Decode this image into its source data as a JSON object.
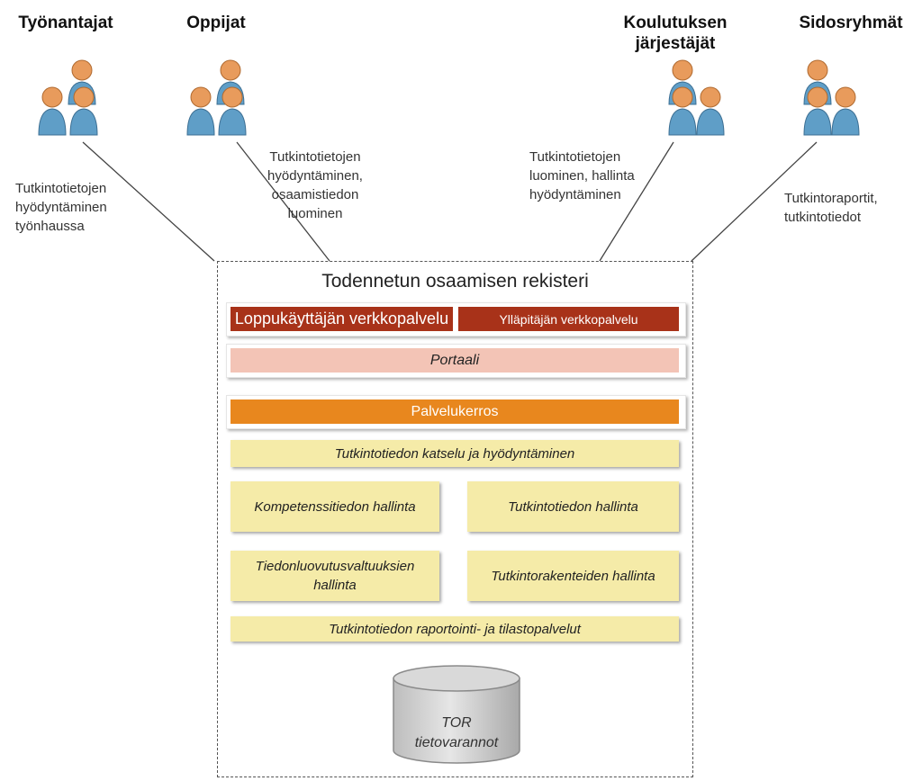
{
  "actors": [
    {
      "name": "tyonantajat",
      "title_lines": [
        "Työnantajat"
      ],
      "caption_lines": [
        "Tutkintotietojen",
        "hyödyntäminen",
        "työnhaussa"
      ]
    },
    {
      "name": "oppijat",
      "title_lines": [
        "Oppijat"
      ],
      "caption_lines": [
        "Tutkintotietojen",
        "hyödyntäminen,",
        "osaamistiedon",
        "luominen"
      ]
    },
    {
      "name": "koulutuksen-jarjestajat",
      "title_lines": [
        "Koulutuksen",
        "järjestäjät"
      ],
      "caption_lines": [
        "Tutkintotietojen",
        "luominen,  hallinta",
        "hyödyntäminen"
      ]
    },
    {
      "name": "sidosryhmat",
      "title_lines": [
        "Sidosryhmät"
      ],
      "caption_lines": [
        "Tutkintoraportit,",
        "tutkintotiedot"
      ]
    }
  ],
  "register": {
    "title": "Todennetun osaamisen rekisteri",
    "enduser_service": "Loppukäyttäjän verkkopalvelu",
    "admin_service": "Ylläpitäjän verkkopalvelu",
    "portal": "Portaali",
    "service_layer": "Palvelukerros",
    "viewing": "Tutkintotiedon katselu ja hyödyntäminen",
    "competence_mgmt": "Kompetenssitiedon hallinta",
    "degree_mgmt": "Tutkintotiedon hallinta",
    "disclosure_lines": [
      "Tiedonluovutusvaltuuksien",
      "hallinta"
    ],
    "structures_mgmt": "Tutkintorakenteiden hallinta",
    "reporting": "Tutkintotiedon raportointi- ja tilastopalvelut"
  },
  "database": {
    "lines": [
      "TOR",
      "tietovarannot"
    ]
  },
  "colors": {
    "red": "#a83219",
    "pink": "#f3c4b6",
    "orange": "#e8871e",
    "yellow": "#f5eba8",
    "person_head": "#e89b5c",
    "person_body": "#5f9ec7"
  }
}
